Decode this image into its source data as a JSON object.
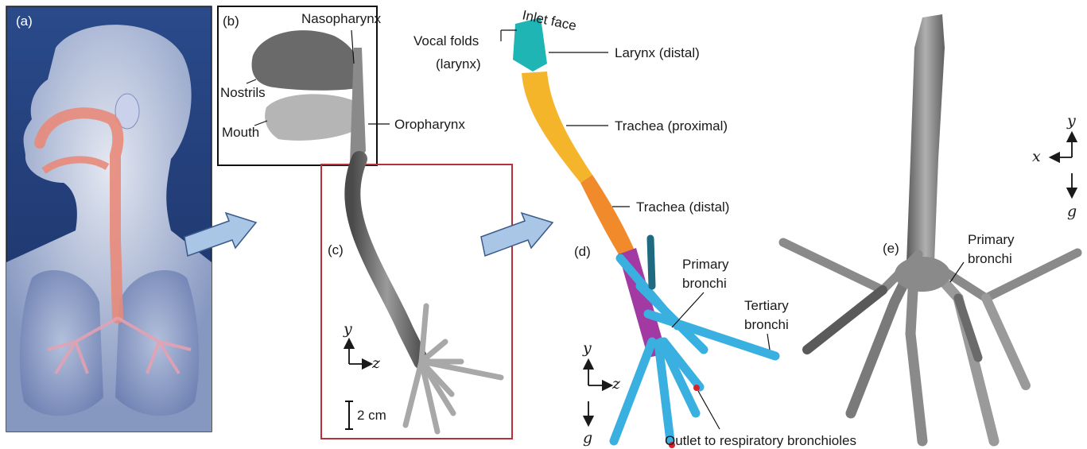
{
  "panels": {
    "a": {
      "tag": "(a)"
    },
    "b": {
      "tag": "(b)",
      "nasopharynx": "Nasopharynx",
      "nostrils": "Nostrils",
      "mouth": "Mouth",
      "oropharynx": "Oropharynx"
    },
    "c": {
      "tag": "(c)",
      "axis_y": "y",
      "axis_z": "z",
      "scale": "2 cm"
    },
    "d": {
      "tag": "(d)",
      "inlet": "Inlet face",
      "vocal_folds_1": "Vocal folds",
      "vocal_folds_2": "(larynx)",
      "larynx_distal": "Larynx (distal)",
      "trachea_proximal": "Trachea (proximal)",
      "trachea_distal": "Trachea (distal)",
      "primary_1": "Primary",
      "primary_2": "bronchi",
      "tertiary_1": "Tertiary",
      "tertiary_2": "bronchi",
      "outlet": "Outlet to respiratory bronchioles",
      "axis_y": "y",
      "axis_z": "z",
      "axis_g": "g"
    },
    "e": {
      "tag": "(e)",
      "primary_1": "Primary",
      "primary_2": "bronchi",
      "axis_y": "y",
      "axis_x": "x",
      "axis_g": "g"
    }
  },
  "colors": {
    "navy": "#1f3a73",
    "airway_pink": "#e88a7a",
    "gray_airway": "#6e6e6e",
    "teal": "#1fb5b5",
    "yellow": "#f5b52a",
    "orange": "#f08a2a",
    "purple": "#a33aa3",
    "blue": "#3ab0e0",
    "frame_red": "#b5323a",
    "arrow_blue": "#a9c6e6"
  }
}
